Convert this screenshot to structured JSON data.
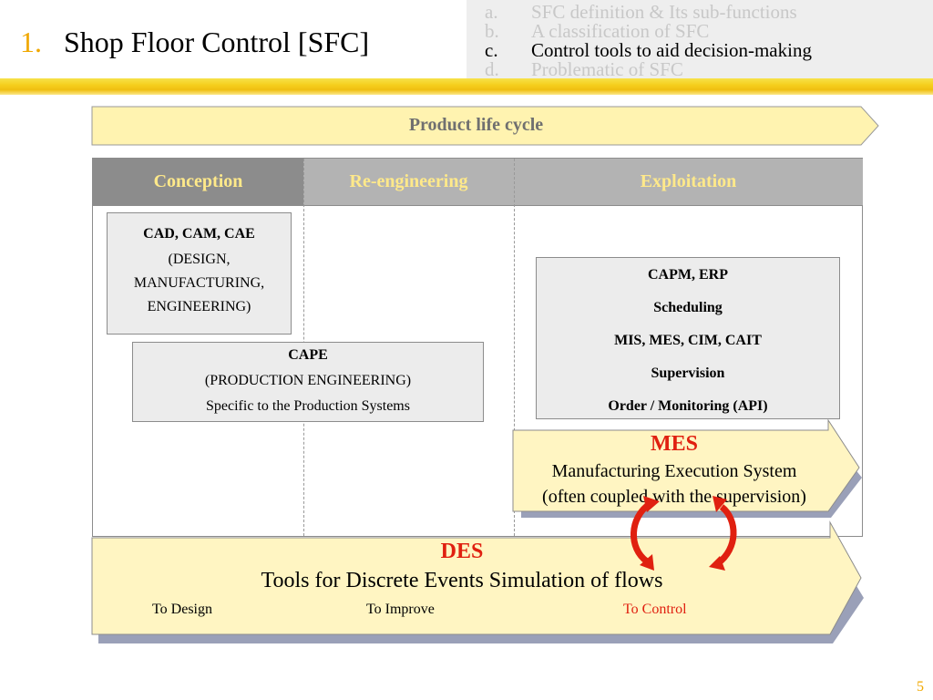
{
  "header": {
    "number": "1.",
    "title": "Shop Floor Control [SFC]",
    "outline": [
      {
        "marker": "a.",
        "text": "SFC definition & Its sub-functions",
        "active": false
      },
      {
        "marker": "b.",
        "text": "A classification of SFC",
        "active": false
      },
      {
        "marker": "c.",
        "text": "Control tools to aid decision-making",
        "active": true
      },
      {
        "marker": "d.",
        "text": "Problematic of SFC",
        "active": false
      }
    ]
  },
  "lifecycle": {
    "label": "Product life cycle"
  },
  "phases": {
    "conception": "Conception",
    "reengineering": "Re-engineering",
    "exploitation": "Exploitation"
  },
  "boxes": {
    "cad": {
      "title": "CAD, CAM, CAE",
      "line1": "(DESIGN,",
      "line2": "MANUFACTURING,",
      "line3": "ENGINEERING)"
    },
    "cape": {
      "title": "CAPE",
      "line1": "(PRODUCTION ENGINEERING)",
      "line2": "Specific to the Production Systems"
    },
    "capm": {
      "line1": "CAPM, ERP",
      "line2": "Scheduling",
      "line3": "MIS, MES, CIM, CAIT",
      "line4": "Supervision",
      "line5": "Order / Monitoring (API)"
    }
  },
  "mes": {
    "title": "MES",
    "line1": "Manufacturing Execution System",
    "line2": "(often coupled with the supervision)"
  },
  "des": {
    "title": "DES",
    "subtitle": "Tools for Discrete Events Simulation of flows",
    "design": "To Design",
    "improve": "To Improve",
    "control": "To Control"
  },
  "colors": {
    "accent_orange": "#f0a800",
    "highlight_red": "#e02010",
    "ribbon_yellow": "#fff5c2",
    "header_grey": "#8c8c8c"
  },
  "page": {
    "number": "5"
  }
}
